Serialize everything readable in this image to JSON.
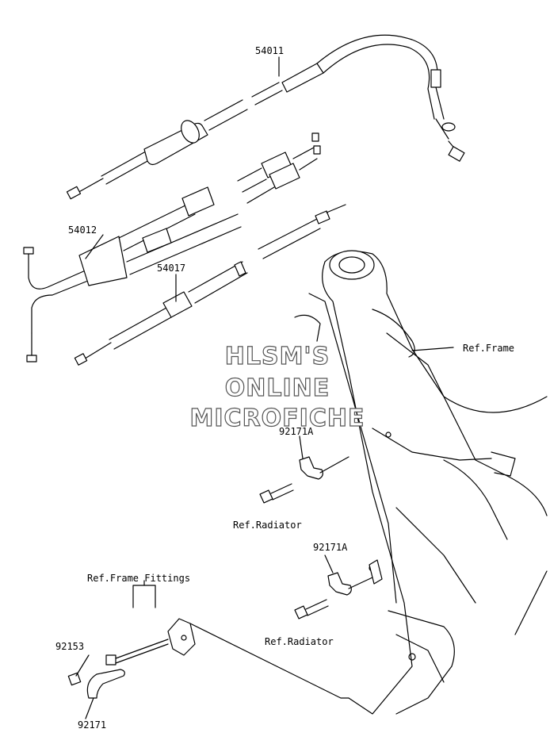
{
  "labels": {
    "p54011": "54011",
    "p54012": "54012",
    "p54017": "54017",
    "ref_frame": "Ref.Frame",
    "p92171a_1": "92171A",
    "ref_radiator_1": "Ref.Radiator",
    "p92171a_2": "92171A",
    "ref_frame_fittings": "Ref.Frame Fittings",
    "ref_radiator_2": "Ref.Radiator",
    "p92153": "92153",
    "p92171": "92171"
  },
  "watermark": {
    "line1": "HLSM'S",
    "line2": "ONLINE",
    "line3": "MICROFICHE"
  }
}
